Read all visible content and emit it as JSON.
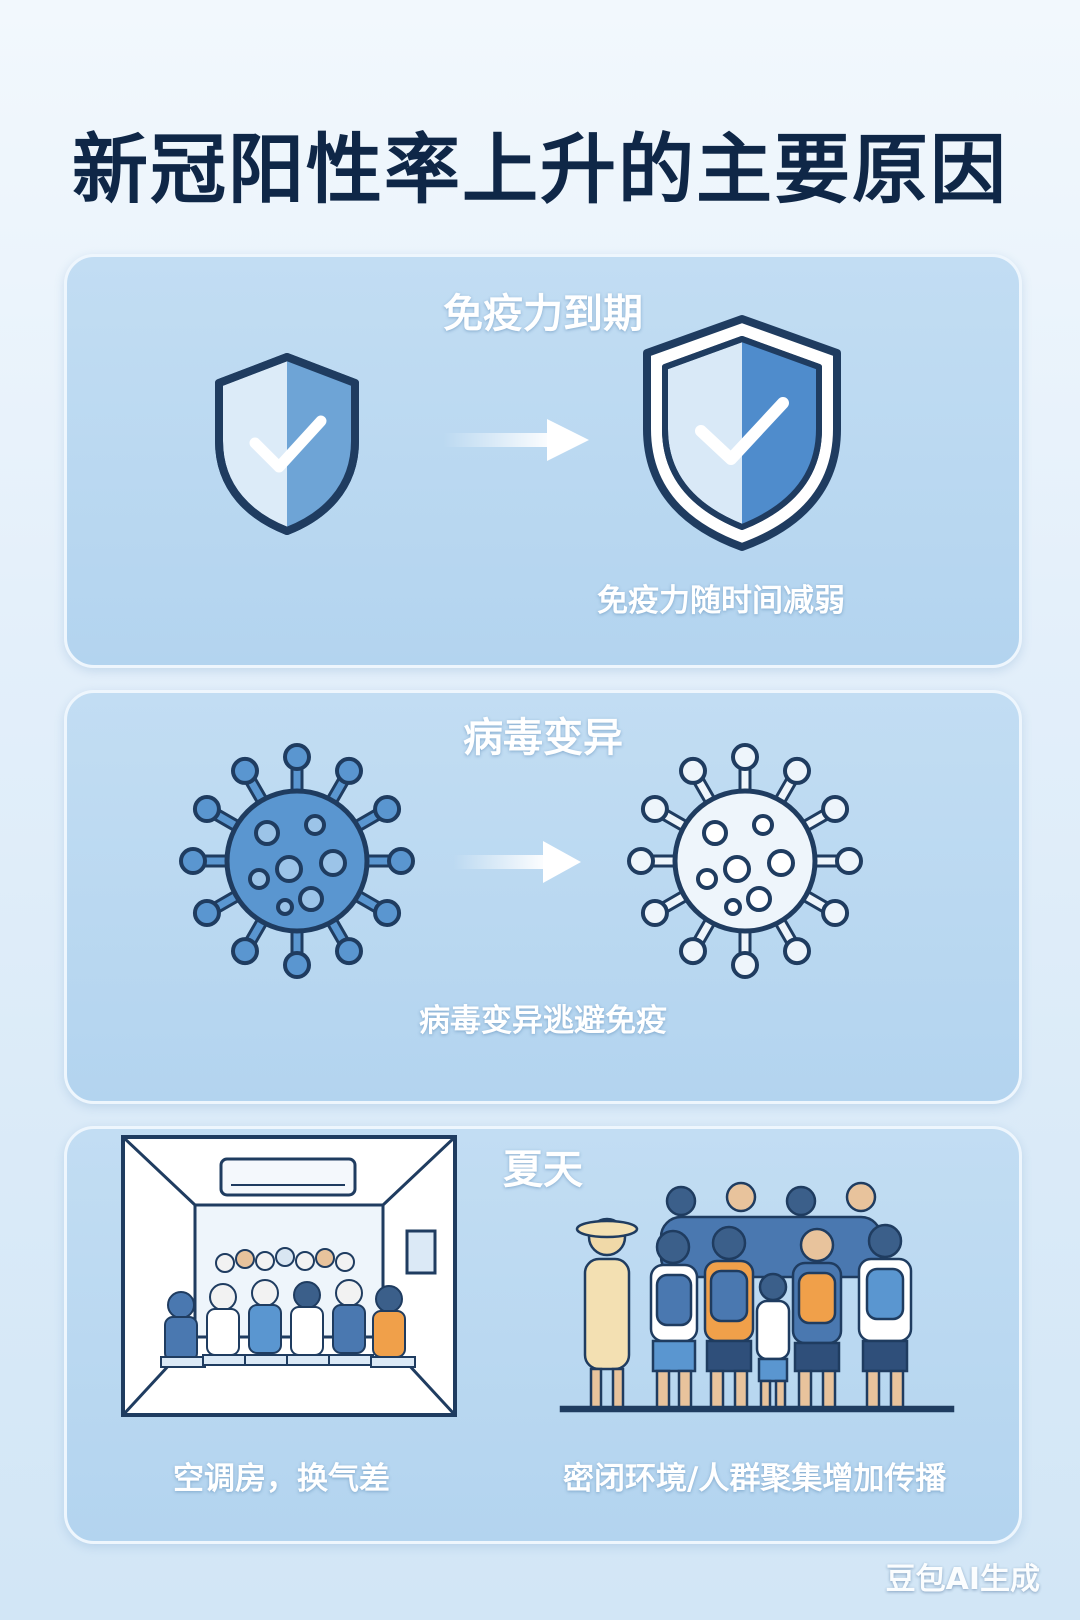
{
  "title": "新冠阳性率上升的主要原因",
  "sections": [
    {
      "title": "免疫力到期",
      "captions": [
        "免疫力随时间减弱"
      ]
    },
    {
      "title": "病毒变异",
      "captions": [
        "病毒变异逃避免疫"
      ]
    },
    {
      "title": "夏天",
      "captions": [
        "空调房，换气差",
        "密闭环境/人群聚集增加传播"
      ]
    }
  ],
  "watermark": "豆包AI生成",
  "colors": {
    "title": "#0f2747",
    "panel": "#bcd9f1",
    "icon_blue": "#5a96d0",
    "icon_outline": "#1f3c60"
  },
  "icons": [
    "shield-check-icon",
    "arrow-right-icon",
    "virus-icon",
    "air-conditioner-icon",
    "crowd-icon"
  ]
}
